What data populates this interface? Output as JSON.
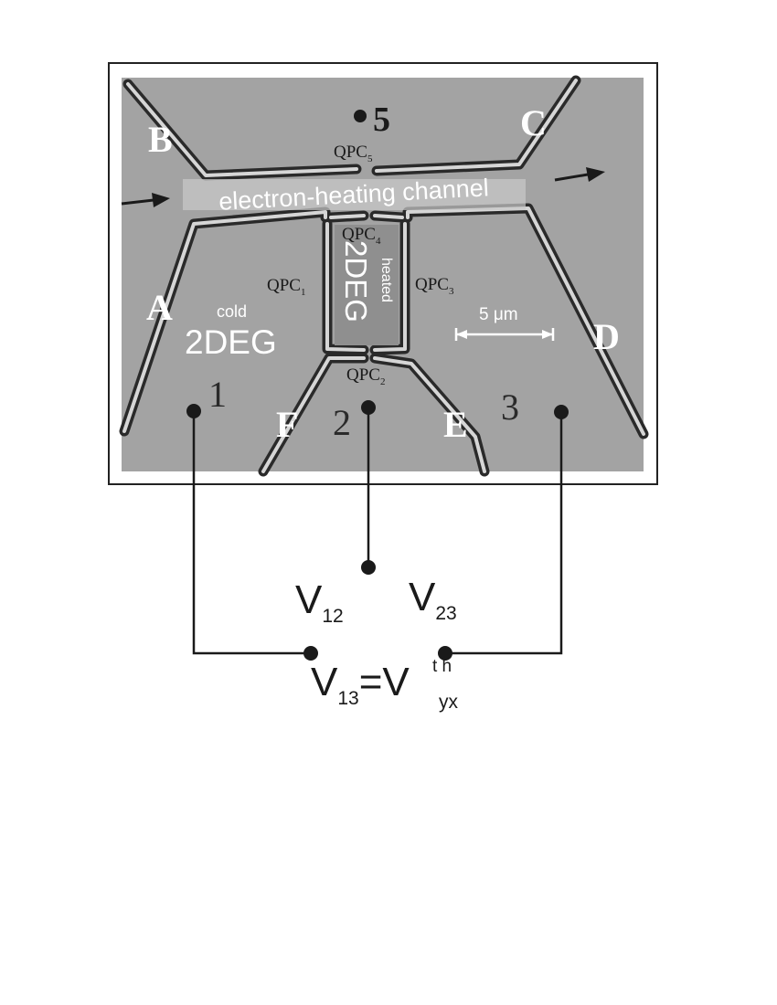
{
  "colors": {
    "substrate": "#a3a3a3",
    "gate_outline": "#2a2a2a",
    "gate_highlight": "#d6d6d6",
    "channel_label_bg": "#c9c9c9",
    "ink": "#1a1a1a",
    "white": "#ffffff"
  },
  "ohmic_contacts": {
    "A": "A",
    "B": "B",
    "C": "C",
    "D": "D",
    "E": "E",
    "F": "F"
  },
  "qpc": {
    "qpc1": {
      "base": "QPC",
      "sub": "1"
    },
    "qpc2": {
      "base": "QPC",
      "sub": "2"
    },
    "qpc3": {
      "base": "QPC",
      "sub": "3"
    },
    "qpc4": {
      "base": "QPC",
      "sub": "4"
    },
    "qpc5": {
      "base": "QPC",
      "sub": "5"
    }
  },
  "labels": {
    "channel": "electron-heating channel",
    "cold": "cold",
    "cold_2deg": "2DEG",
    "heated_2deg": "2DEG",
    "heated": "heated",
    "scale": "5 μm"
  },
  "probes": {
    "p1": "1",
    "p2": "2",
    "p3": "3",
    "p5": "5"
  },
  "voltages": {
    "v12": {
      "base": "V",
      "sub": "12"
    },
    "v23": {
      "base": "V",
      "sub": "23"
    },
    "v13": {
      "base": "V",
      "sub": "13",
      "eq": "=V",
      "sup": "t h",
      "sub2": "yx"
    }
  }
}
